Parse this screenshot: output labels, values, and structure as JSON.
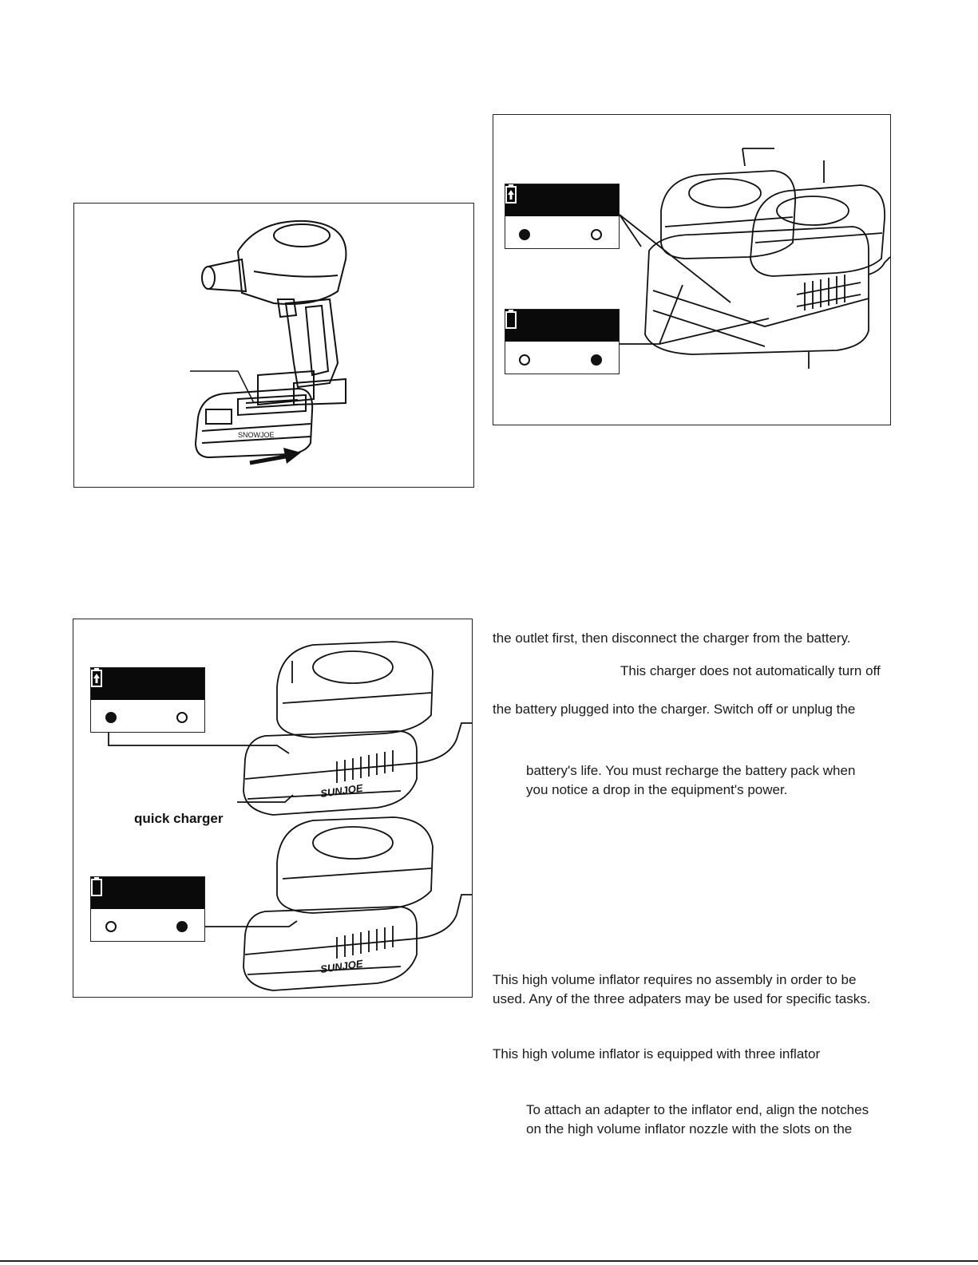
{
  "figure_charger_diagram": {
    "indicator_charging": {
      "leds": [
        "on",
        "off"
      ]
    },
    "indicator_full": {
      "leds": [
        "off",
        "on"
      ]
    }
  },
  "figure_quick_charger": {
    "quick_charger_label": "quick charger",
    "indicator_charging": {
      "leds": [
        "on",
        "off"
      ]
    },
    "indicator_full": {
      "leds": [
        "off",
        "on"
      ]
    }
  },
  "text_lines": {
    "line1": "the outlet first, then disconnect the charger from the battery.",
    "line2": "This charger does not automatically turn off",
    "line3": "the battery plugged into the charger. Switch off or unplug the",
    "line4": "battery's life. You must recharge the battery pack when",
    "line5": "you notice a drop in the equipment's power.",
    "line6": "This high volume inflator requires no assembly in order to be",
    "line7": "used. Any of the three adpaters may be used for specific tasks.",
    "line8": "This high volume inflator is equipped with three inflator",
    "line9": "To attach an adapter to the inflator end, align the notches",
    "line10": "on the high volume inflator nozzle with the slots on the"
  },
  "icons": {
    "charging": "battery-charging-icon",
    "full": "battery-full-icon"
  }
}
